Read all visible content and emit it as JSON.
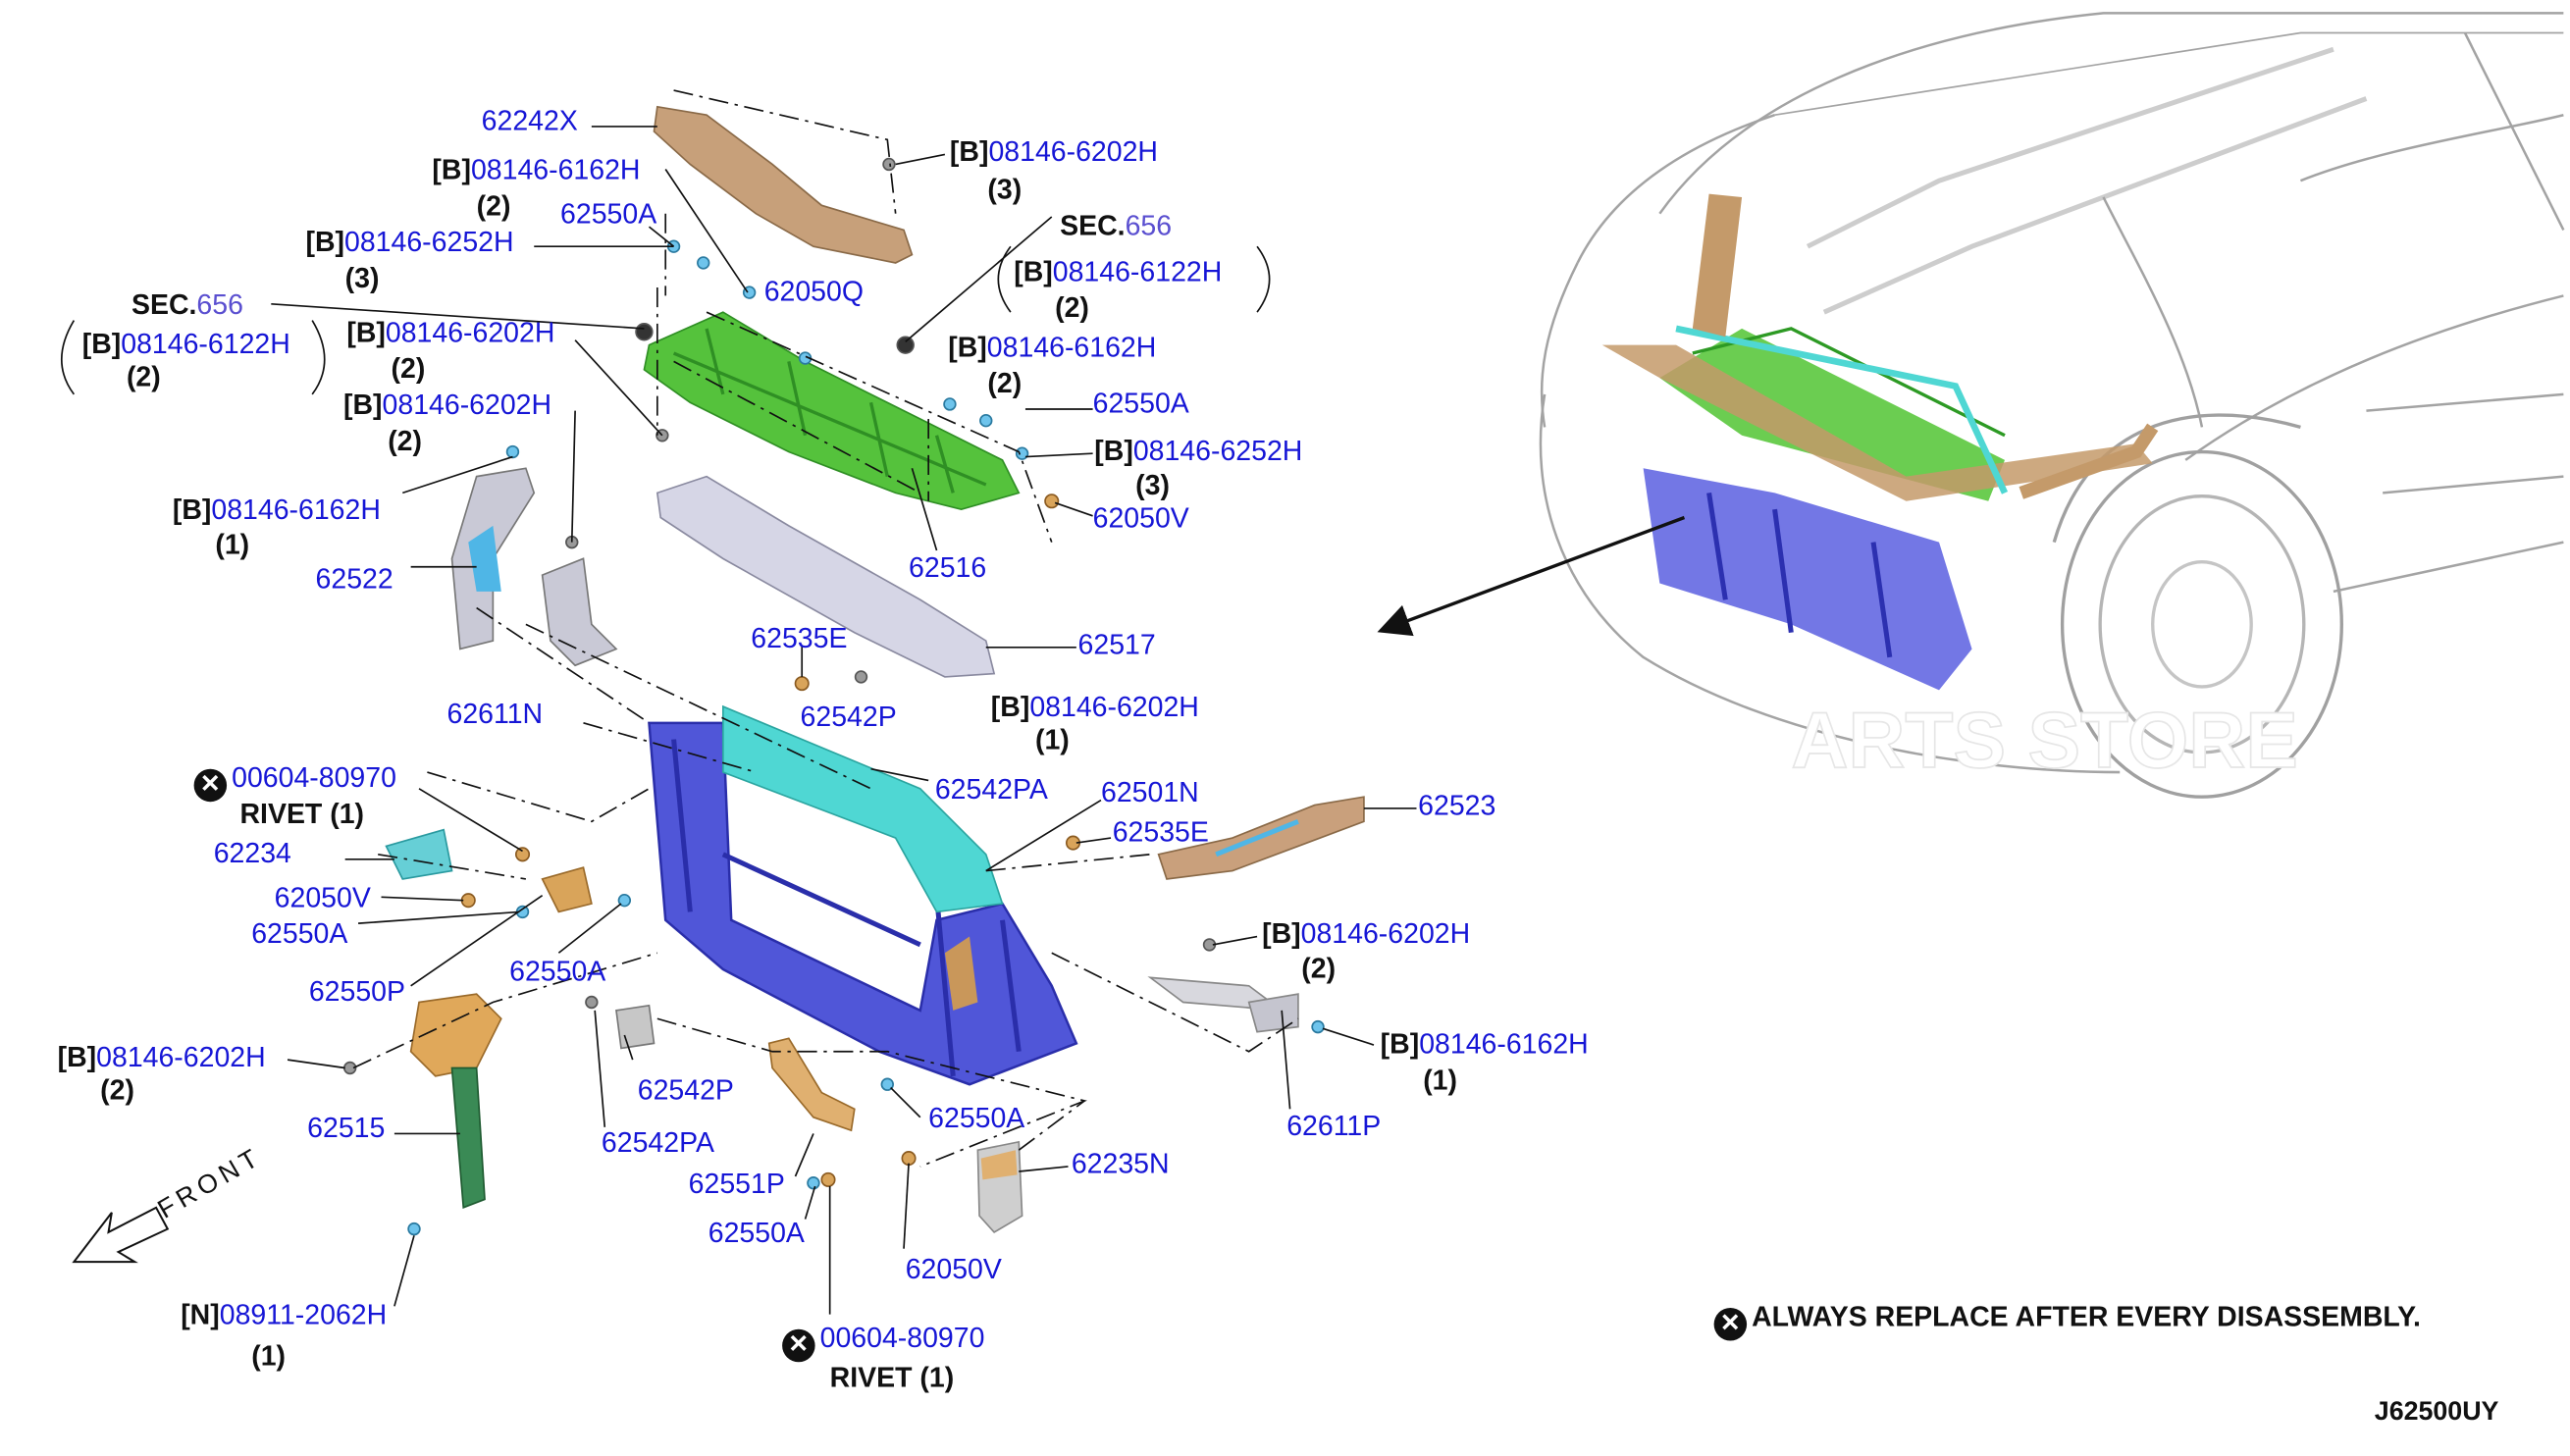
{
  "diagram_code": "J62500UY",
  "notice": "ALWAYS REPLACE AFTER EVERY DISASSEMBLY.",
  "notice_icon": "x-circle-icon",
  "direction_label": "FRONT",
  "watermark": "ARTS STORE",
  "colors": {
    "part_number": "#1616d6",
    "radiator_core_support": "#4b4fd8",
    "upper_member": "#4fbf3a",
    "hood_lock_stay": "#c39a6c",
    "seal": "#4fd7d3",
    "bracket_orange": "#d9a45a"
  },
  "labels": {
    "l62242x": {
      "code": "62242X"
    },
    "l_b08146_6162h_1": {
      "prefix": "[B]",
      "code": "08146-6162H",
      "qty": "(2)"
    },
    "l62550a_1": {
      "code": "62550A"
    },
    "l_b08146_6252h_1": {
      "prefix": "[B]",
      "code": "08146-6252H",
      "qty": "(3)"
    },
    "l62050q": {
      "code": "62050Q"
    },
    "sec_left": {
      "prefix": "SEC.",
      "code": "656"
    },
    "l_b08146_6122h_left": {
      "prefix": "[B]",
      "code": "08146-6122H",
      "qty": "(2)"
    },
    "l_b08146_6202h_1": {
      "prefix": "[B]",
      "code": "08146-6202H",
      "qty": "(2)"
    },
    "l_b08146_6202h_2": {
      "prefix": "[B]",
      "code": "08146-6202H",
      "qty": "(2)"
    },
    "l_b08146_6202h_top": {
      "prefix": "[B]",
      "code": "08146-6202H",
      "qty": "(3)"
    },
    "sec_right": {
      "prefix": "SEC.",
      "code": "656"
    },
    "l_b08146_6122h_right": {
      "prefix": "[B]",
      "code": "08146-6122H",
      "qty": "(2)"
    },
    "l_b08146_6162h_2": {
      "prefix": "[B]",
      "code": "08146-6162H",
      "qty": "(2)"
    },
    "l62550a_2": {
      "code": "62550A"
    },
    "l_b08146_6252h_2": {
      "prefix": "[B]",
      "code": "08146-6252H",
      "qty": "(3)"
    },
    "l62050v_1": {
      "code": "62050V"
    },
    "l_b08146_6162h_3": {
      "prefix": "[B]",
      "code": "08146-6162H",
      "qty": "(1)"
    },
    "l62522": {
      "code": "62522"
    },
    "l62516": {
      "code": "62516"
    },
    "l62535e_1": {
      "code": "62535E"
    },
    "l62517": {
      "code": "62517"
    },
    "l62611n": {
      "code": "62611N"
    },
    "l62542p_1": {
      "code": "62542P"
    },
    "l_b08146_6202h_3": {
      "prefix": "[B]",
      "code": "08146-6202H",
      "qty": "(1)"
    },
    "l00604_80970_1": {
      "code": "00604-80970",
      "note": "RIVET (1)"
    },
    "l62542pa_1": {
      "code": "62542PA"
    },
    "l62501n": {
      "code": "62501N"
    },
    "l62523": {
      "code": "62523"
    },
    "l62234": {
      "code": "62234"
    },
    "l62535e_2": {
      "code": "62535E"
    },
    "l62050v_2": {
      "code": "62050V"
    },
    "l62550a_3": {
      "code": "62550A"
    },
    "l_b08146_6202h_4": {
      "prefix": "[B]",
      "code": "08146-6202H",
      "qty": "(2)"
    },
    "l62550p": {
      "code": "62550P"
    },
    "l62550a_4": {
      "code": "62550A"
    },
    "l_b08146_6162h_4": {
      "prefix": "[B]",
      "code": "08146-6162H",
      "qty": "(1)"
    },
    "l_b08146_6202h_5": {
      "prefix": "[B]",
      "code": "08146-6202H",
      "qty": "(2)"
    },
    "l62542p_2": {
      "code": "62542P"
    },
    "l62550a_5": {
      "code": "62550A"
    },
    "l62611p": {
      "code": "62611P"
    },
    "l62515": {
      "code": "62515"
    },
    "l62542pa_2": {
      "code": "62542PA"
    },
    "l62551p": {
      "code": "62551P"
    },
    "l62235n": {
      "code": "62235N"
    },
    "l62550a_6": {
      "code": "62550A"
    },
    "l62050v_3": {
      "code": "62050V"
    },
    "l_n08911_2062h": {
      "prefix": "[N]",
      "code": "08911-2062H",
      "qty": "(1)"
    },
    "l00604_80970_2": {
      "code": "00604-80970",
      "note": "RIVET (1)"
    }
  }
}
